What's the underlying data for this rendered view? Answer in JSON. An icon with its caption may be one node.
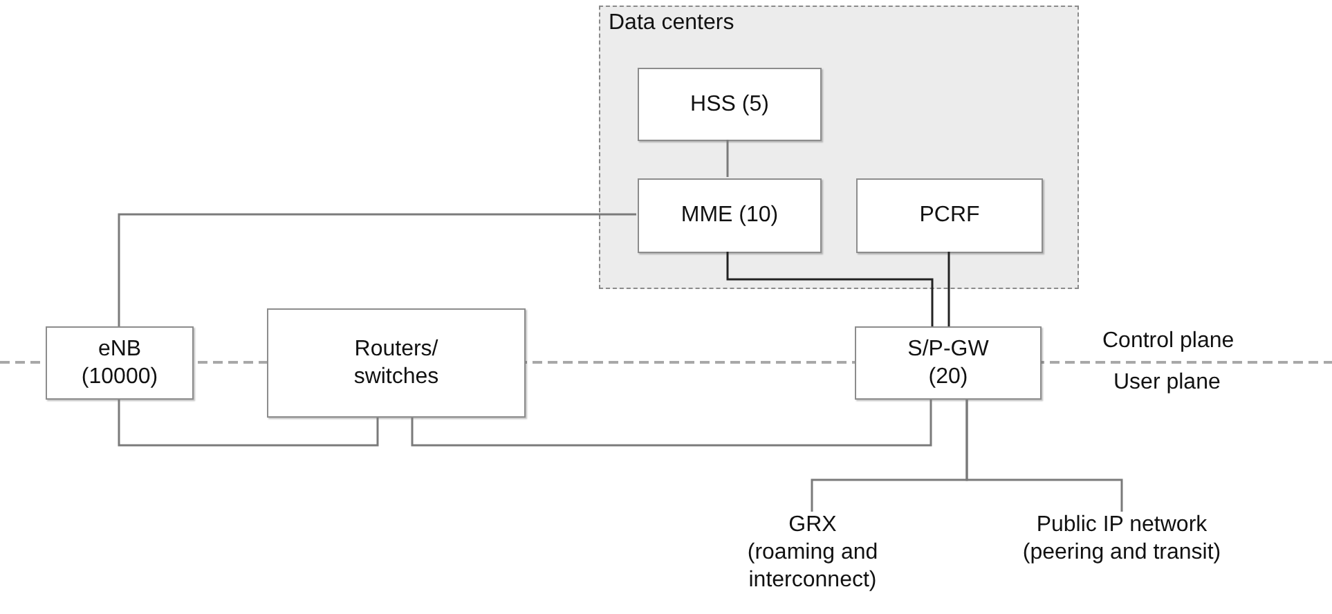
{
  "diagram": {
    "nodes": [
      {
        "text": [
          "Data centers"
        ]
      },
      {
        "text": [
          "HSS (5)"
        ],
        "in": 0
      },
      {
        "text": [
          "MME (10)"
        ],
        "in": 0
      },
      {
        "text": [
          "PCRF"
        ],
        "in": 0
      },
      {
        "text": [
          "eNB",
          "(10000)"
        ]
      },
      {
        "text": [
          "Routers/ switches"
        ]
      },
      {
        "text": [
          "S/P-GW",
          "(20)"
        ]
      },
      {
        "text": [
          "GRX",
          "(roaming and interconnect)"
        ]
      },
      {
        "text": [
          "Public IP network",
          "(peering and transit)"
        ]
      }
    ],
    "edges": [
      {
        "from": 1,
        "to": 2,
        "arrow": "none"
      },
      {
        "from": 2,
        "to": 4,
        "arrow": "none"
      },
      {
        "from": 2,
        "to": 6,
        "arrow": "none",
        "color": "#222222"
      },
      {
        "from": 3,
        "to": 6,
        "arrow": "none",
        "color": "#222222"
      },
      {
        "from": 4,
        "to": 5,
        "arrow": "none"
      },
      {
        "from": 5,
        "to": 6,
        "arrow": "none"
      },
      {
        "from": 6,
        "to": 7,
        "arrow": "none"
      },
      {
        "from": 6,
        "to": 8,
        "arrow": "none"
      }
    ],
    "labels": [
      "Control plane",
      "User plane"
    ]
  }
}
